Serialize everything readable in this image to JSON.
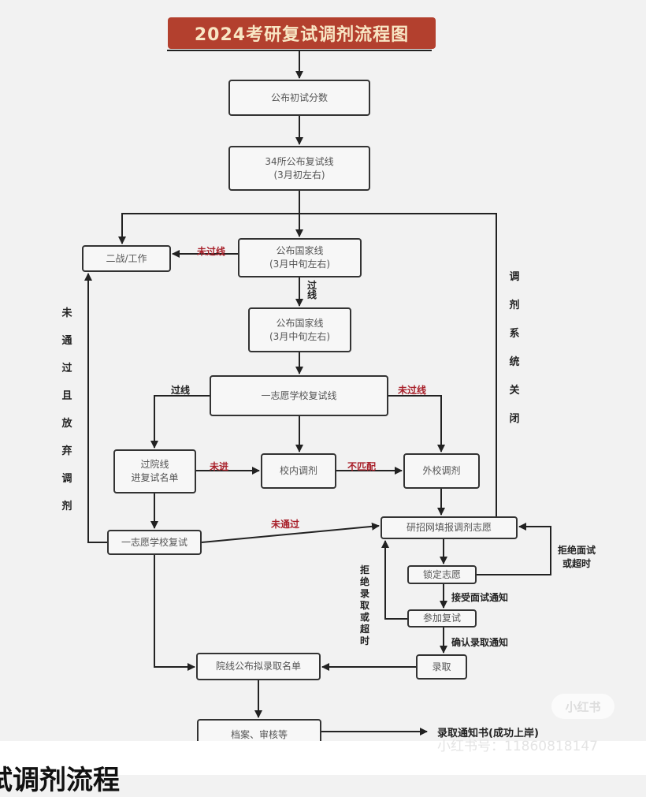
{
  "title": "2024考研复试调剂流程图",
  "nodes": {
    "scores": "公布初试分数",
    "line34_1": "34所公布复试线",
    "line34_2": "(3月初左右)",
    "work": "二战/工作",
    "national1_1": "公布国家线",
    "national1_2": "(3月中旬左右)",
    "national2_1": "公布国家线",
    "national2_2": "(3月中旬左右)",
    "first_choice_line": "一志愿学校复试线",
    "pass_1": "过院线",
    "pass_2": "进复试名单",
    "internal": "校内调剂",
    "external": "外校调剂",
    "cgs": "研招网填报调剂志愿",
    "first_interview": "一志愿学校复试",
    "lock": "锁定志愿",
    "attend": "参加复试",
    "admit": "录取",
    "publish_list": "院线公布拟录取名单",
    "archive": "档案、审核等"
  },
  "labels": {
    "not_pass_line": "未过线",
    "pass_line": "过线",
    "pass_left": "过线",
    "not_pass_right": "未过线",
    "not_in": "未进",
    "mismatch": "不匹配",
    "not_passed": "未通过",
    "give_up": "未通过且放弃调剂",
    "system_closed": "调剂系统关闭",
    "reject_interview": "拒绝面试或超时",
    "reject_admit": "拒绝录取或超时",
    "accept_interview": "接受面试通知",
    "confirm_admit": "确认录取通知",
    "final": "录取通知书(成功上岸)"
  },
  "watermark": {
    "badge": "小红书",
    "id": "小红书号：11860818147"
  },
  "bottom_heading": "试调剂流程",
  "colors": {
    "banner": "#b3402e",
    "red_label": "#a8202a"
  }
}
